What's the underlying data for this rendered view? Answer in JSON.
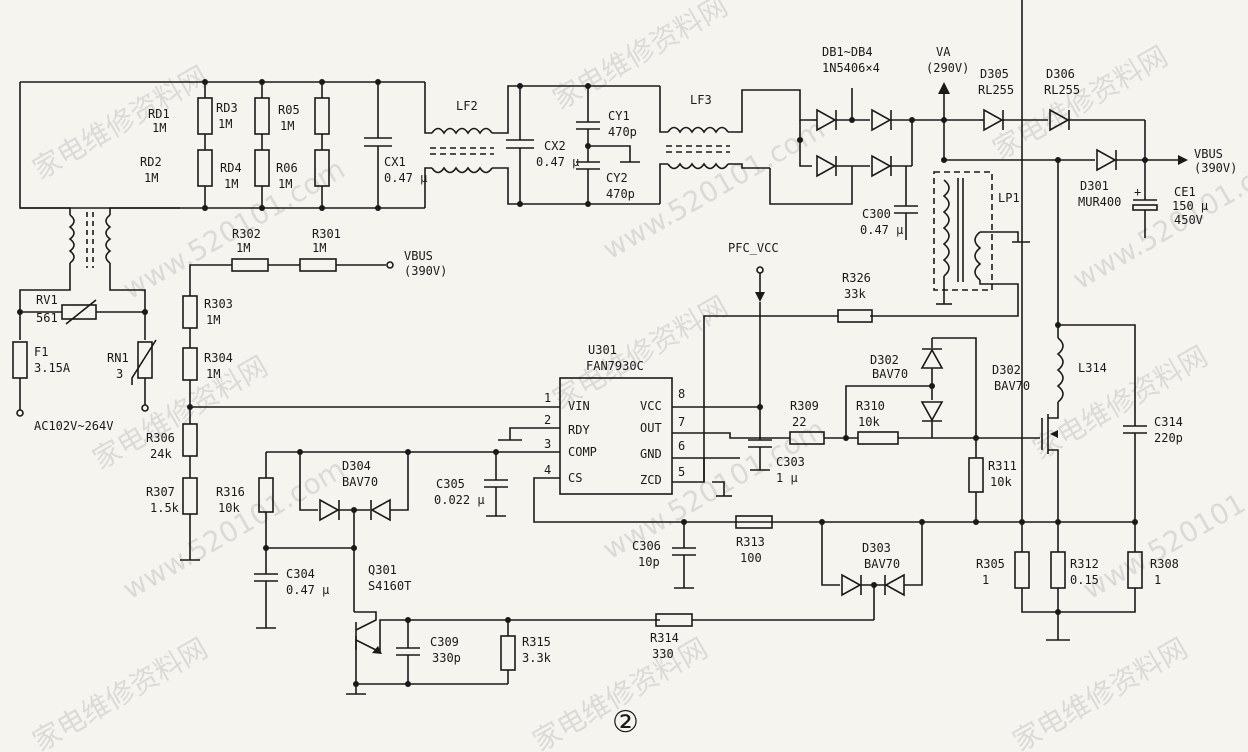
{
  "labels": {
    "rd1": "RD1",
    "rd1v": "1M",
    "rd2": "RD2",
    "rd2v": "1M",
    "rd3": "RD3",
    "rd3v": "1M",
    "rd4": "RD4",
    "rd4v": "1M",
    "r05": "R05",
    "r05v": "1M",
    "r06": "R06",
    "r06v": "1M",
    "cx1": "CX1",
    "cx1v": "0.47 μ",
    "lf2": "LF2",
    "lf3": "LF3",
    "cx2": "CX2",
    "cx2v": "0.47 μ",
    "cy1": "CY1",
    "cy1v": "470p",
    "cy2": "CY2",
    "cy2v": "470p",
    "db": "DB1~DB4",
    "dbv": "1N5406×4",
    "va": "VA",
    "vav": "(290V)",
    "d305": "D305",
    "d305v": "RL255",
    "d306": "D306",
    "d306v": "RL255",
    "vbus_out": "VBUS",
    "vbus_outv": "(390V)",
    "d301": "D301",
    "d301v": "MUR400",
    "ce1": "CE1",
    "ce1v": "150 μ",
    "ce1v2": "450V",
    "c300": "C300",
    "c300v": "0.47 μ",
    "lp1": "LP1",
    "r302": "R302",
    "r302v": "1M",
    "r301": "R301",
    "r301v": "1M",
    "vbus_in": "VBUS",
    "vbus_inv": "(390V)",
    "rv1": "RV1",
    "rv1v": "561",
    "rn1": "RN1",
    "rn1v": "3",
    "f1": "F1",
    "f1v": "3.15A",
    "ac": "AC102V~264V",
    "r303": "R303",
    "r303v": "1M",
    "r304": "R304",
    "r304v": "1M",
    "r306": "R306",
    "r306v": "24k",
    "r307": "R307",
    "r307v": "1.5k",
    "r316": "R316",
    "r316v": "10k",
    "pfc": "PFC_VCC",
    "r326": "R326",
    "r326v": "33k",
    "u301": "U301",
    "u301v": "FAN7930C",
    "pin_vin": "VIN",
    "pin_rdy": "RDY",
    "pin_comp": "COMP",
    "pin_cs": "CS",
    "pin_vcc": "VCC",
    "pin_out": "OUT",
    "pin_gnd": "GND",
    "pin_zcd": "ZCD",
    "p1": "1",
    "p2": "2",
    "p3": "3",
    "p4": "4",
    "p5": "5",
    "p6": "6",
    "p7": "7",
    "p8": "8",
    "d302a": "D302",
    "d302av": "BAV70",
    "d302b": "D302",
    "d302bv": "BAV70",
    "l314": "L314",
    "r309": "R309",
    "r309v": "22",
    "r310": "R310",
    "r310v": "10k",
    "c303": "C303",
    "c303v": "1 μ",
    "c314": "C314",
    "c314v": "220p",
    "r311": "R311",
    "r311v": "10k",
    "d304": "D304",
    "d304v": "BAV70",
    "c305": "C305",
    "c305v": "0.022 μ",
    "c306": "C306",
    "c306v": "10p",
    "r313": "R313",
    "r313v": "100",
    "d303": "D303",
    "d303v": "BAV70",
    "r305": "R305",
    "r305v": "1",
    "r312": "R312",
    "r312v": "0.15",
    "r308": "R308",
    "r308v": "1",
    "c304": "C304",
    "c304v": "0.47 μ",
    "q301": "Q301",
    "q301v": "S4160T",
    "c309": "C309",
    "c309v": "330p",
    "r315": "R315",
    "r315v": "3.3k",
    "r314": "R314",
    "r314v": "330",
    "figure": "②"
  },
  "watermarks": [
    "家电维修资料网",
    "www.520101.com"
  ]
}
